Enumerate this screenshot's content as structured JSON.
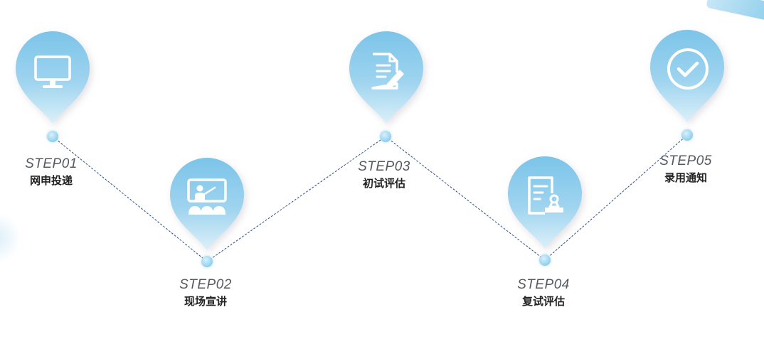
{
  "steps": [
    {
      "number": "STEP01",
      "title": "网申投递",
      "icon": "computer-monitor-icon"
    },
    {
      "number": "STEP02",
      "title": "现场宣讲",
      "icon": "presentation-board-icon"
    },
    {
      "number": "STEP03",
      "title": "初试评估",
      "icon": "document-edit-icon"
    },
    {
      "number": "STEP04",
      "title": "复试评估",
      "icon": "document-stamp-icon"
    },
    {
      "number": "STEP05",
      "title": "录用通知",
      "icon": "check-circle-icon"
    }
  ],
  "colors": {
    "pin_top": "#7cc4e9",
    "pin_bottom": "#d3ebf7",
    "connector": "#2c4f8a",
    "icon": "#ffffff"
  }
}
